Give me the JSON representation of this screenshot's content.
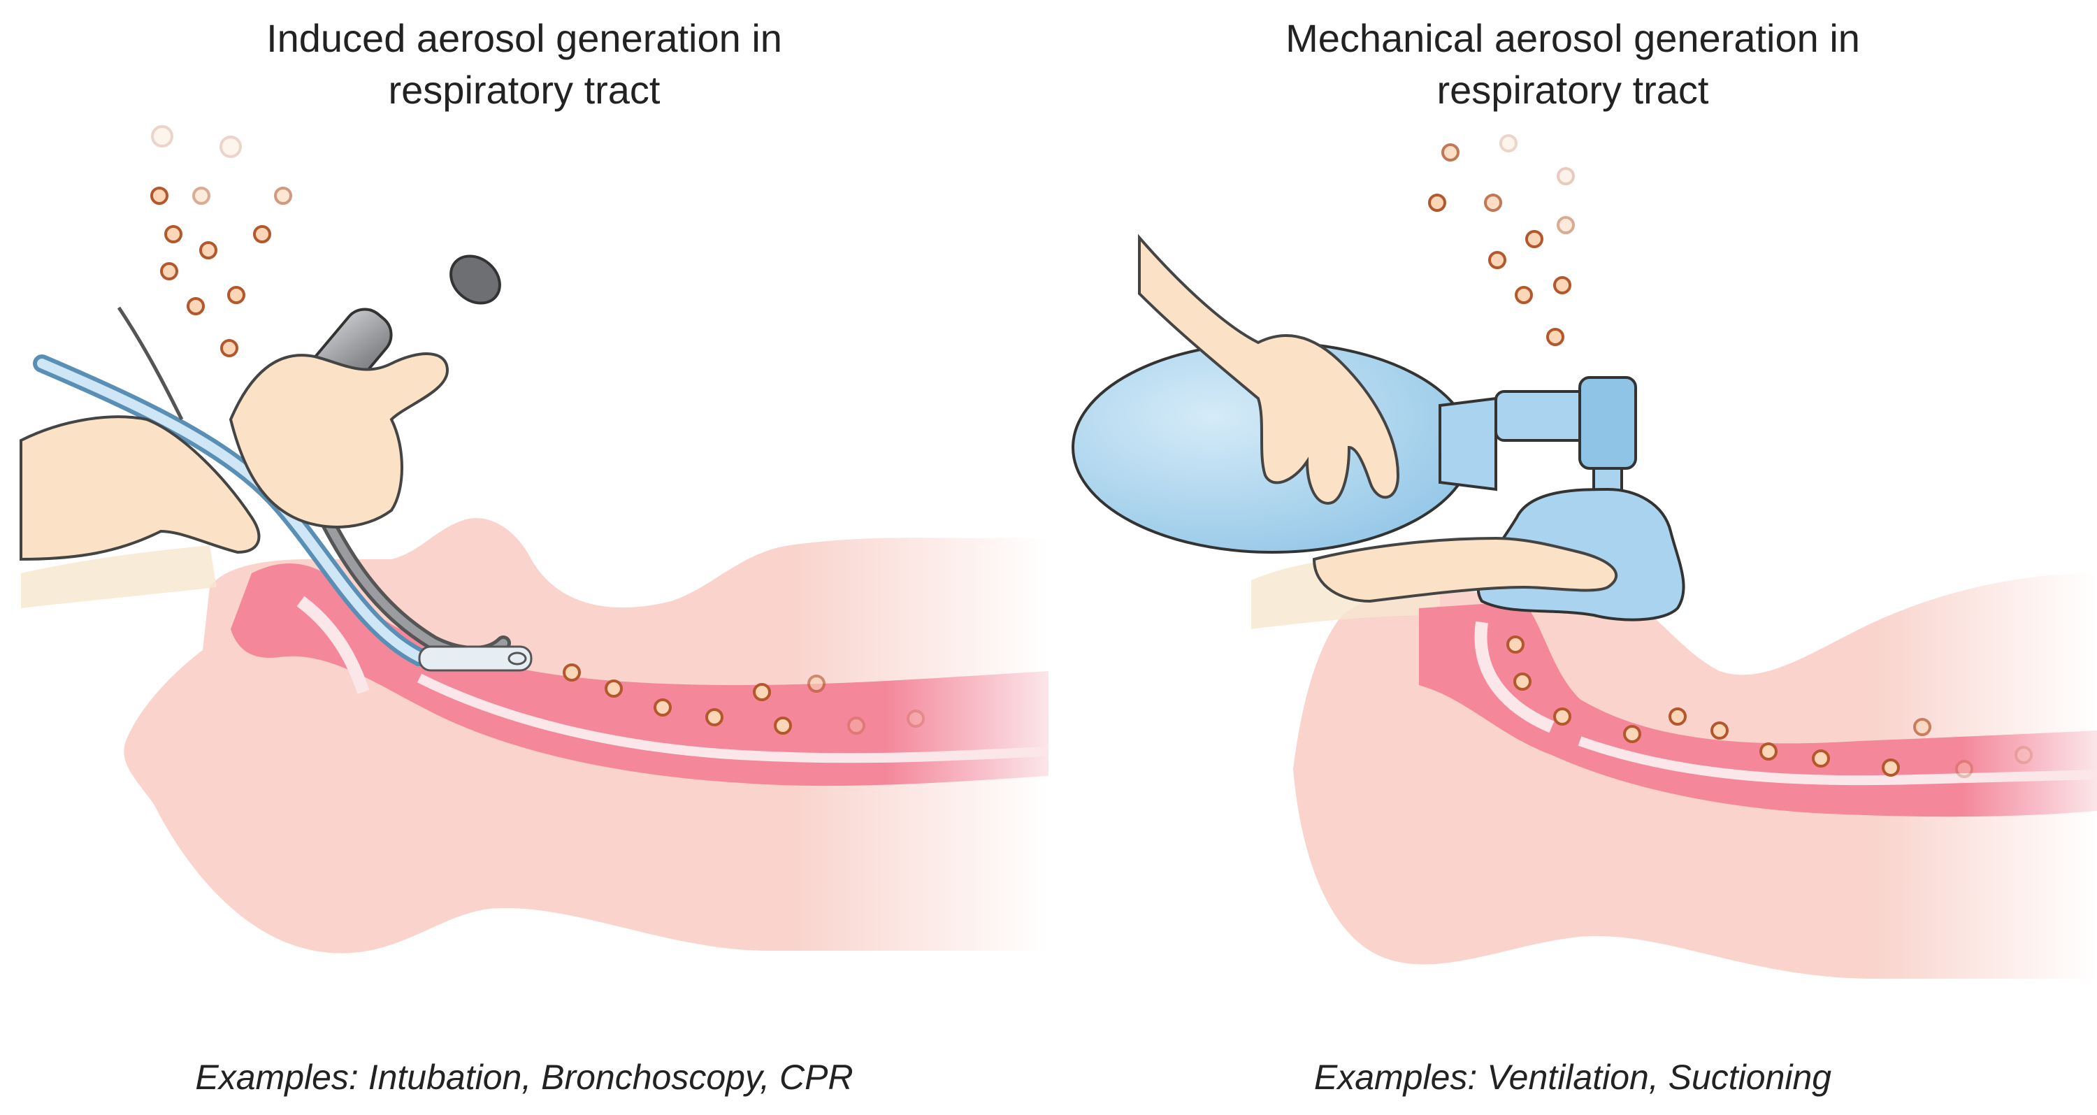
{
  "panels": [
    {
      "title_line1": "Induced aerosol generation in",
      "title_line2": "respiratory tract",
      "examples": "Examples: Intubation, Bronchoscopy, CPR"
    },
    {
      "title_line1": "Mechanical aerosol generation in",
      "title_line2": "respiratory tract",
      "examples": "Examples: Ventilation, Suctioning"
    }
  ],
  "colors": {
    "skin": "#f9d3cc",
    "airway": "#f4879a",
    "airway_light": "#fbe6ea",
    "particle_fill": "#fbd7b8",
    "particle_stroke": "#b4572c",
    "device_blue": "#a9d3ee",
    "metal": "#8a8c90",
    "hand": "#fbe1c6"
  }
}
